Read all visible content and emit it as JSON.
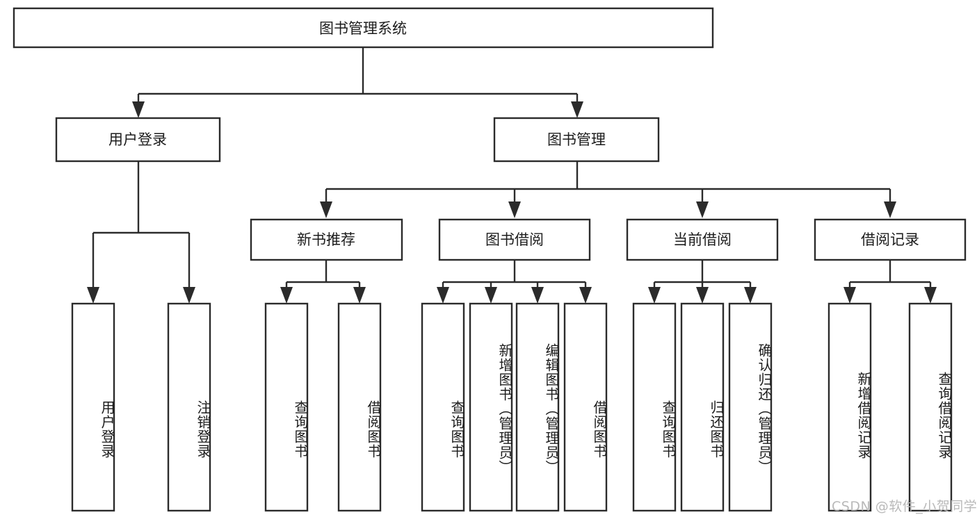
{
  "diagram": {
    "title": "图书管理系统",
    "type": "tree-hierarchy-chart",
    "root": {
      "label": "图书管理系统"
    },
    "level2": [
      {
        "label": "用户登录"
      },
      {
        "label": "图书管理"
      }
    ],
    "level3": [
      {
        "label": "新书推荐"
      },
      {
        "label": "图书借阅"
      },
      {
        "label": "当前借阅"
      },
      {
        "label": "借阅记录"
      }
    ],
    "leaves": {
      "user_login": [
        {
          "label": "用户登录"
        },
        {
          "label": "注销登录"
        }
      ],
      "new_book_recommend": [
        {
          "label": "查询图书"
        },
        {
          "label": "借阅图书"
        }
      ],
      "book_borrow": [
        {
          "label": "查询图书"
        },
        {
          "label": "新增图书（管理员）"
        },
        {
          "label": "编辑图书（管理员）"
        },
        {
          "label": "借阅图书"
        }
      ],
      "current_borrow": [
        {
          "label": "查询图书"
        },
        {
          "label": "归还图书"
        },
        {
          "label": "确认归还（管理员）"
        }
      ],
      "borrow_record": [
        {
          "label": "新增借阅记录"
        },
        {
          "label": "查询借阅记录"
        }
      ]
    }
  },
  "watermark": {
    "text": "CSDN @软件_小贺同学"
  },
  "colors": {
    "stroke": "#2b2b2b",
    "fill": "#ffffff",
    "text": "#1c1c1c",
    "watermark": "#b9b9b9"
  }
}
